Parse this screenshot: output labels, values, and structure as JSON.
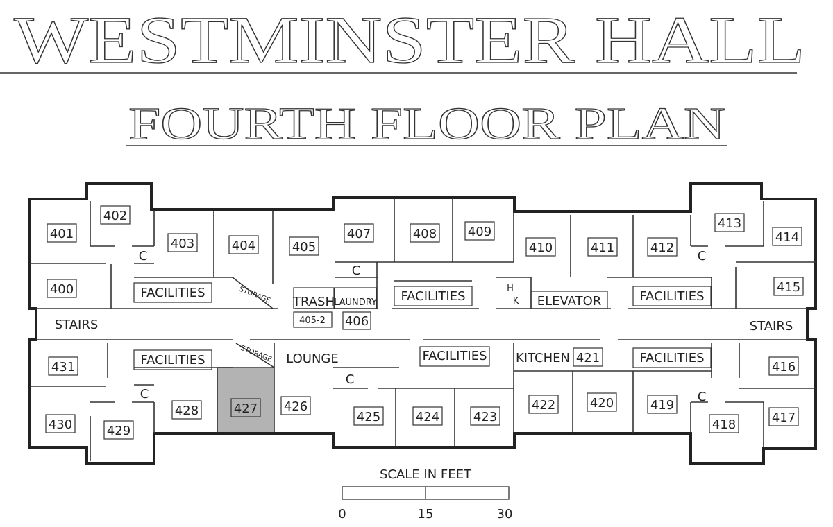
{
  "title": "WESTMINSTER HALL",
  "subtitle": "FOURTH FLOOR PLAN",
  "rooms": [
    {
      "label": "401"
    },
    {
      "label": "402"
    },
    {
      "label": "403"
    },
    {
      "label": "404"
    },
    {
      "label": "405"
    },
    {
      "label": "407"
    },
    {
      "label": "408"
    },
    {
      "label": "409"
    },
    {
      "label": "410"
    },
    {
      "label": "411"
    },
    {
      "label": "412"
    },
    {
      "label": "413"
    },
    {
      "label": "414"
    },
    {
      "label": "400"
    },
    {
      "label": "415"
    },
    {
      "label": "405-2"
    },
    {
      "label": "406"
    },
    {
      "label": "431"
    },
    {
      "label": "421"
    },
    {
      "label": "416"
    },
    {
      "label": "430"
    },
    {
      "label": "429"
    },
    {
      "label": "428"
    },
    {
      "label": "427",
      "highlighted": true
    },
    {
      "label": "426"
    },
    {
      "label": "425"
    },
    {
      "label": "424"
    },
    {
      "label": "423"
    },
    {
      "label": "422"
    },
    {
      "label": "420"
    },
    {
      "label": "419"
    },
    {
      "label": "418"
    },
    {
      "label": "417"
    }
  ],
  "labels": {
    "facilities": "FACILITIES",
    "stairs": "STAIRS",
    "storage": "STORAGE",
    "trash": "TRASH",
    "laundry": "LAUNDRY",
    "elevator": "ELEVATOR",
    "lounge": "LOUNGE",
    "kitchen": "KITCHEN",
    "closet": "C",
    "hk_h": "H",
    "hk_k": "K"
  },
  "scale": {
    "title": "SCALE IN FEET",
    "ticks": [
      "0",
      "15",
      "30"
    ]
  },
  "colors": {
    "highlight": "#b3b3b3",
    "ink": "#222222"
  }
}
